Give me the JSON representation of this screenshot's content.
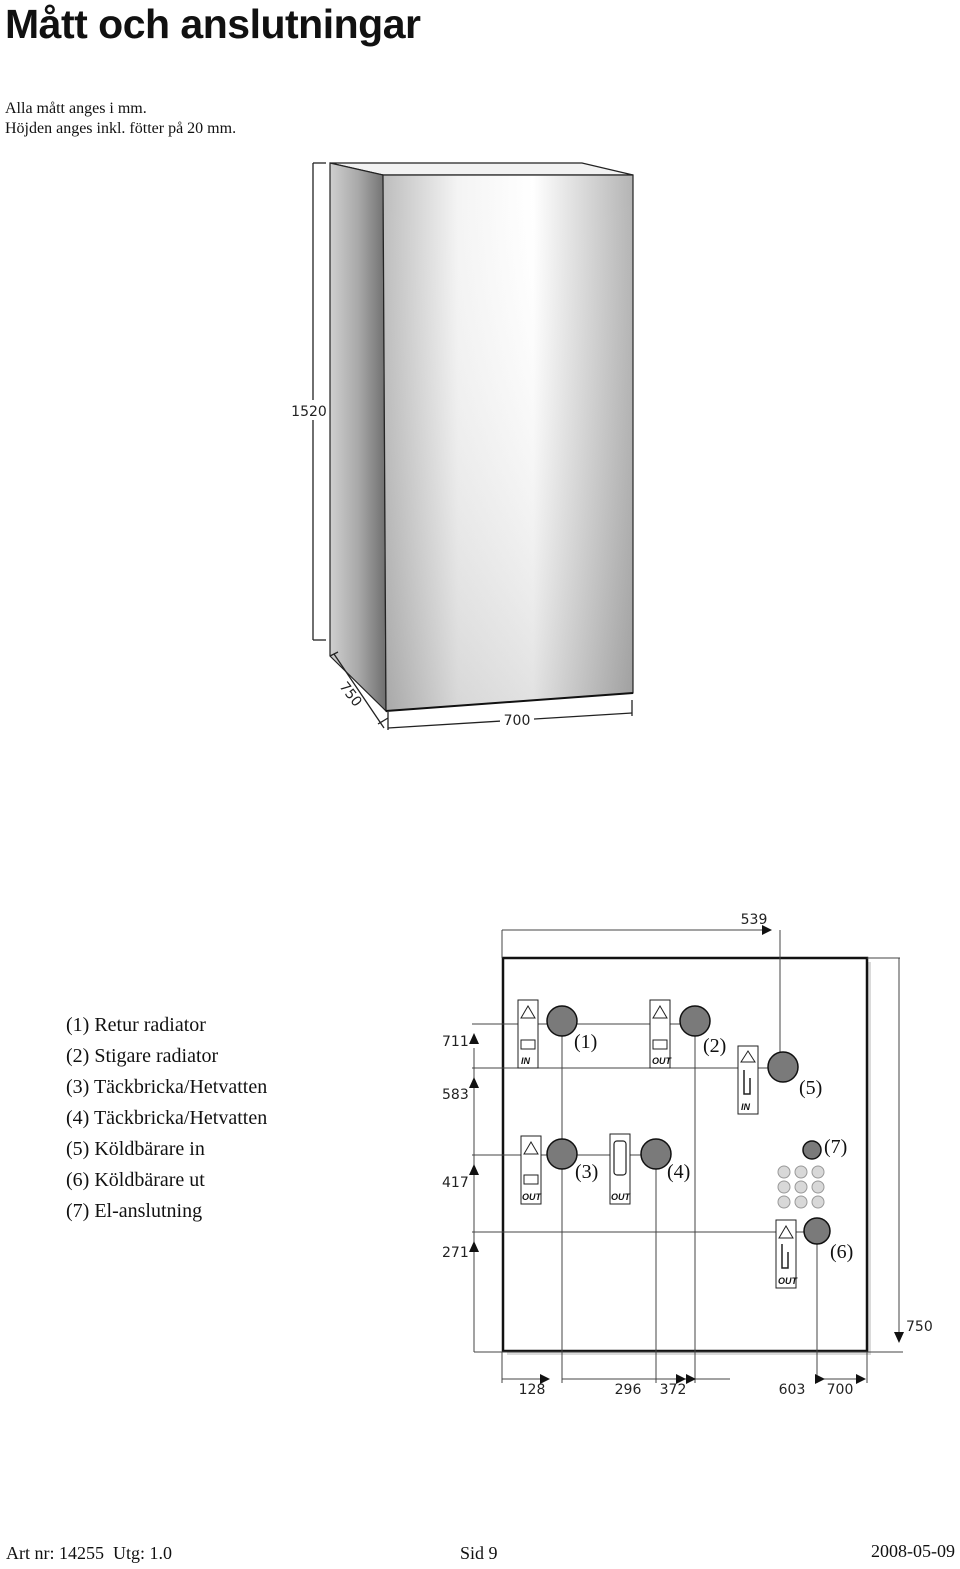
{
  "page": {
    "title": "Mått och anslutningar",
    "intro": [
      "Alla mått anges i mm.",
      "Höjden anges inkl. fötter på 20 mm."
    ]
  },
  "front_view": {
    "dim_height": "1520",
    "dim_depth": "750",
    "dim_width": "700"
  },
  "legend": [
    "(1)  Retur radiator",
    "(2)  Stigare radiator",
    "(3) Täckbricka/Hetvatten",
    "(4)  Täckbricka/Hetvatten",
    "(5)  Köldbärare in",
    "(6)  Köldbärare ut",
    "(7)  El-anslutning"
  ],
  "top_view": {
    "dim_top": "539",
    "left_dims": [
      "711",
      "583",
      "417",
      "271"
    ],
    "right_dim": "750",
    "bottom_dims": [
      "128",
      "296",
      "372",
      "603",
      "700"
    ],
    "connections": [
      "(1)",
      "(2)",
      "(3)",
      "(4)",
      "(5)",
      "(6)",
      "(7)"
    ],
    "badge_in": "IN",
    "badge_out": "OUT"
  },
  "footer": {
    "art": "Art nr: 14255  Utg: 1.0",
    "page": "Sid 9",
    "date": "2008-05-09"
  },
  "colors": {
    "ink": "#111111",
    "connection_fill": "#7a7a7a",
    "cabinet_side": "#9a9a9a",
    "cabinet_front": "#e6e6e6"
  }
}
